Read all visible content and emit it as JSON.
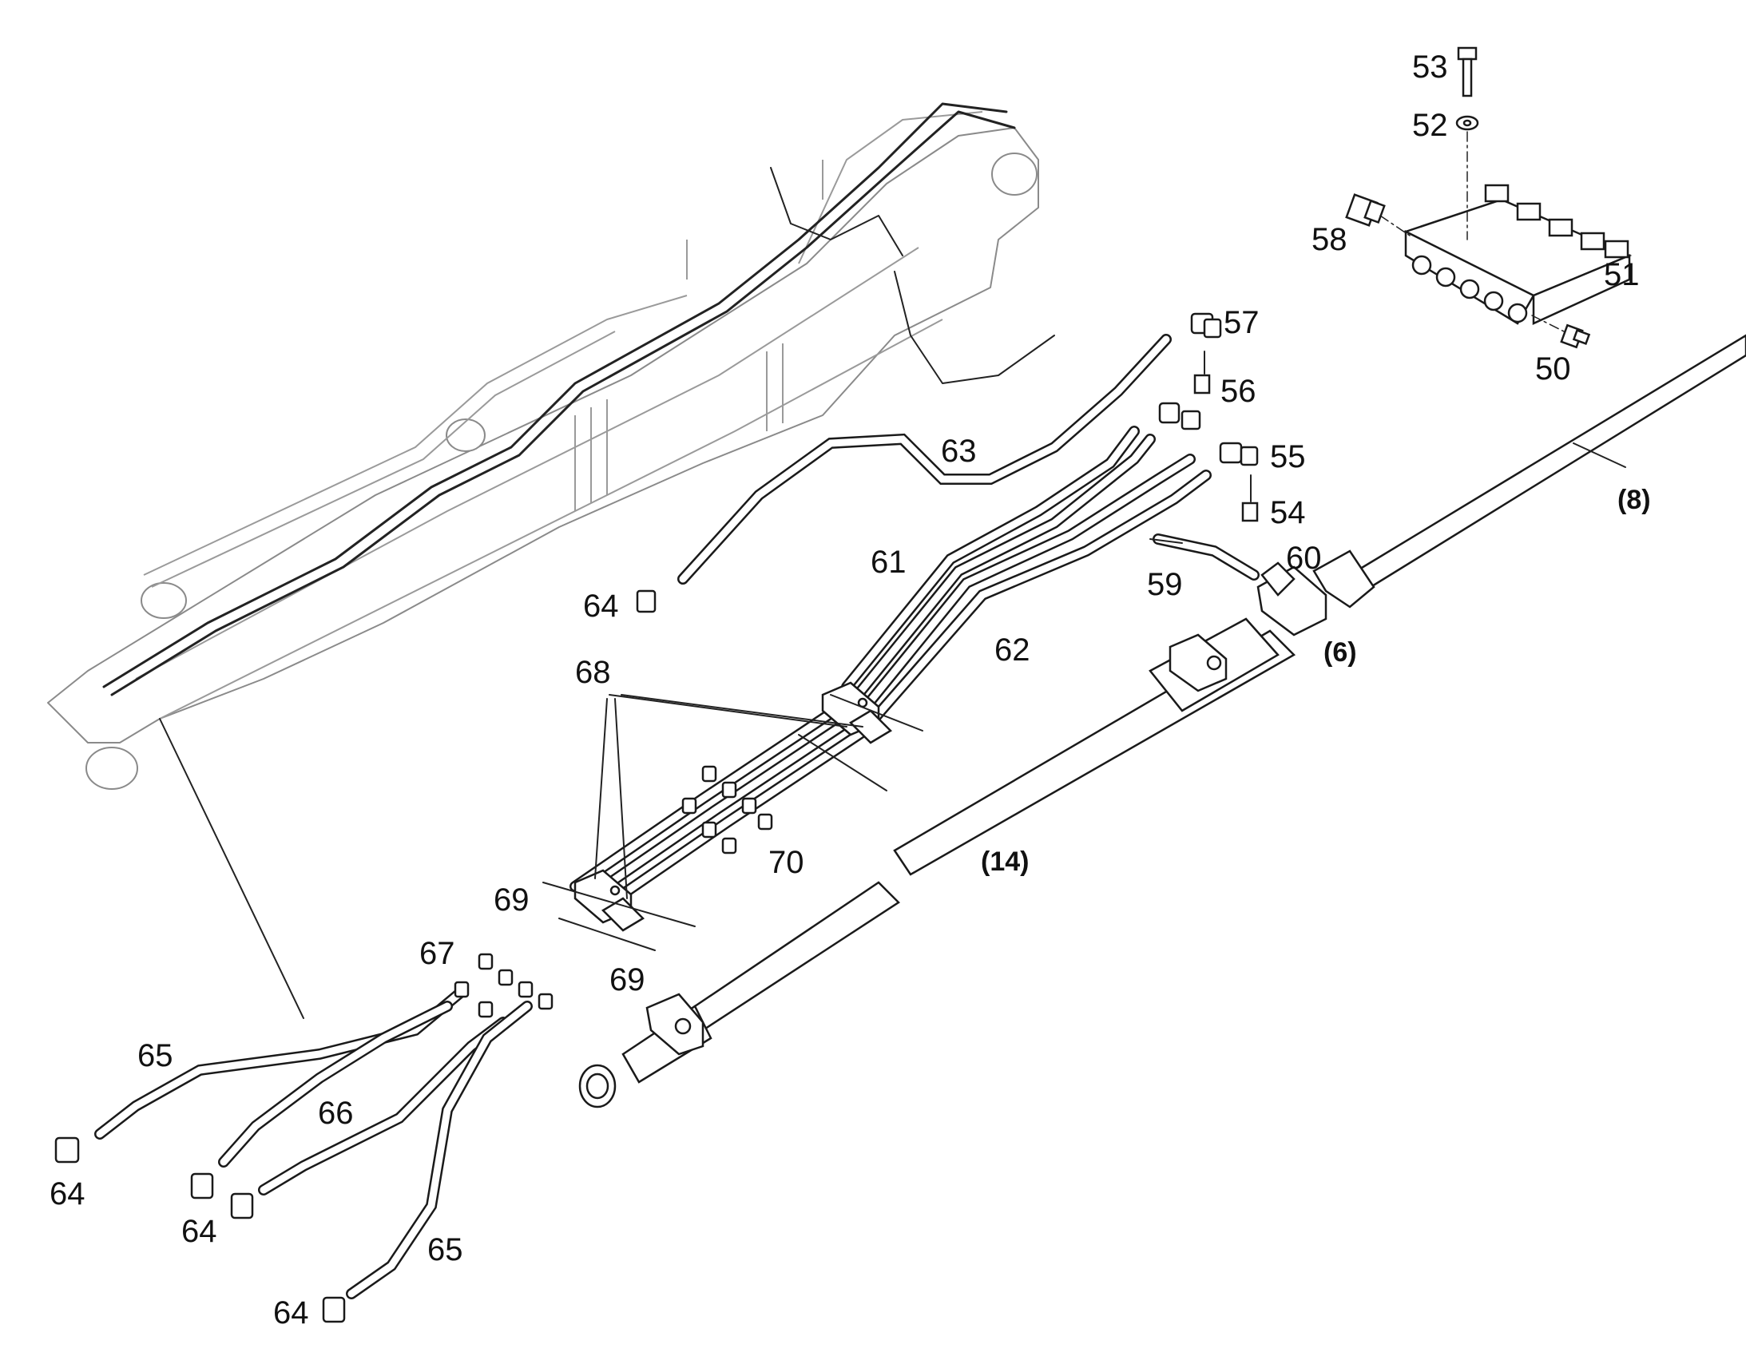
{
  "callouts": {
    "c50": "50",
    "c51": "51",
    "c52": "52",
    "c53": "53",
    "c54": "54",
    "c55": "55",
    "c56": "56",
    "c57": "57",
    "c58": "58",
    "c59": "59",
    "c60": "60",
    "c61": "61",
    "c62": "62",
    "c63": "63",
    "c64a": "64",
    "c64b": "64",
    "c64c": "64",
    "c64d": "64",
    "c65a": "65",
    "c65b": "65",
    "c66": "66",
    "c67": "67",
    "c68": "68",
    "c69a": "69",
    "c69b": "69",
    "c70": "70",
    "r6": "(6)",
    "r8": "(8)",
    "r14": "(14)"
  }
}
